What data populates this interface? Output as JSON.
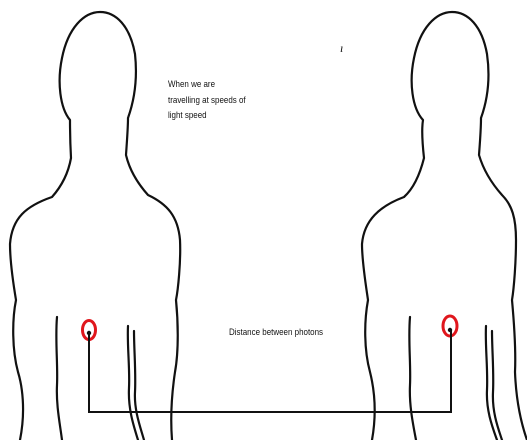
{
  "caption": {
    "lines": [
      "When we are",
      "travelling at speeds of",
      "light speed"
    ]
  },
  "distance_label": "Distance between photons",
  "stray_mark": "ı",
  "colors": {
    "outline": "#111111",
    "marker_ring": "#e0161c",
    "background": "#ffffff"
  }
}
